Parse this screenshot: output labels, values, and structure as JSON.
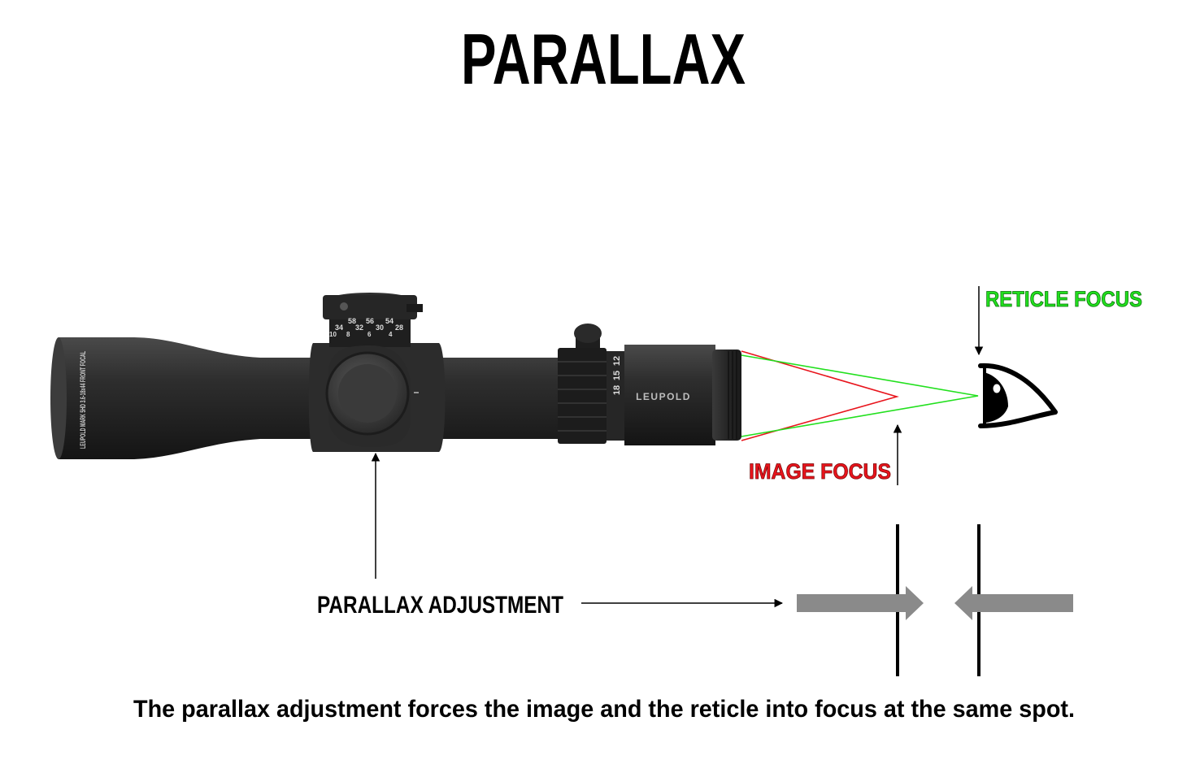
{
  "title": "PARALLAX",
  "labels": {
    "reticle_focus": "RETICLE FOCUS",
    "image_focus": "IMAGE FOCUS",
    "parallax_adjustment": "PARALLAX ADJUSTMENT"
  },
  "caption": "The parallax adjustment forces the image and the reticle into focus at the same spot.",
  "scope_markings": {
    "brand": "LEUPOLD",
    "tube_text": "LEUPOLD MARK 5HD 3.6-18x44 FRONT FOCAL",
    "turret_top": [
      "58",
      "56",
      "54"
    ],
    "turret_mid": [
      "34",
      "32",
      "30",
      "28"
    ],
    "turret_low": [
      "10",
      "8",
      "6",
      "4"
    ],
    "zoom_numbers": [
      "18",
      "15",
      "12"
    ]
  },
  "colors": {
    "reticle_focus": "#22e01e",
    "image_focus": "#e8141c",
    "arrow_gray": "#8a8a8a",
    "scope_body": "#262626",
    "text": "#000000"
  },
  "icons": [
    "eye-icon",
    "rifle-scope-illustration"
  ]
}
